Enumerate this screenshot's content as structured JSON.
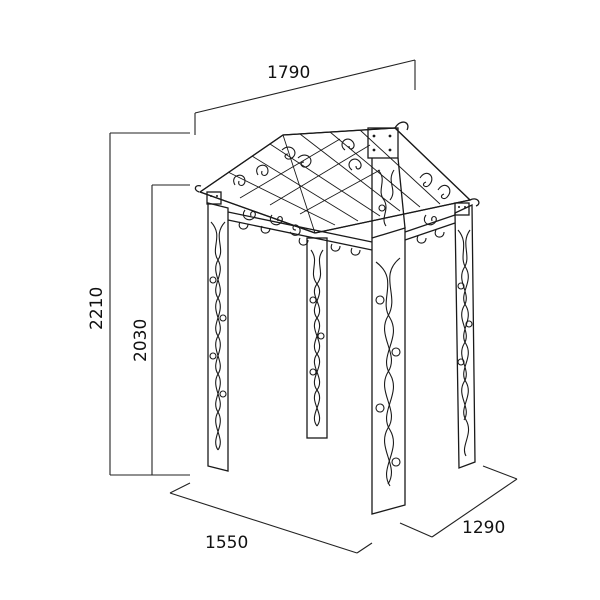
{
  "dimensions": {
    "overall_width": "1790",
    "overall_height": "2210",
    "post_height": "2030",
    "front_width": "1550",
    "side_depth": "1290"
  }
}
